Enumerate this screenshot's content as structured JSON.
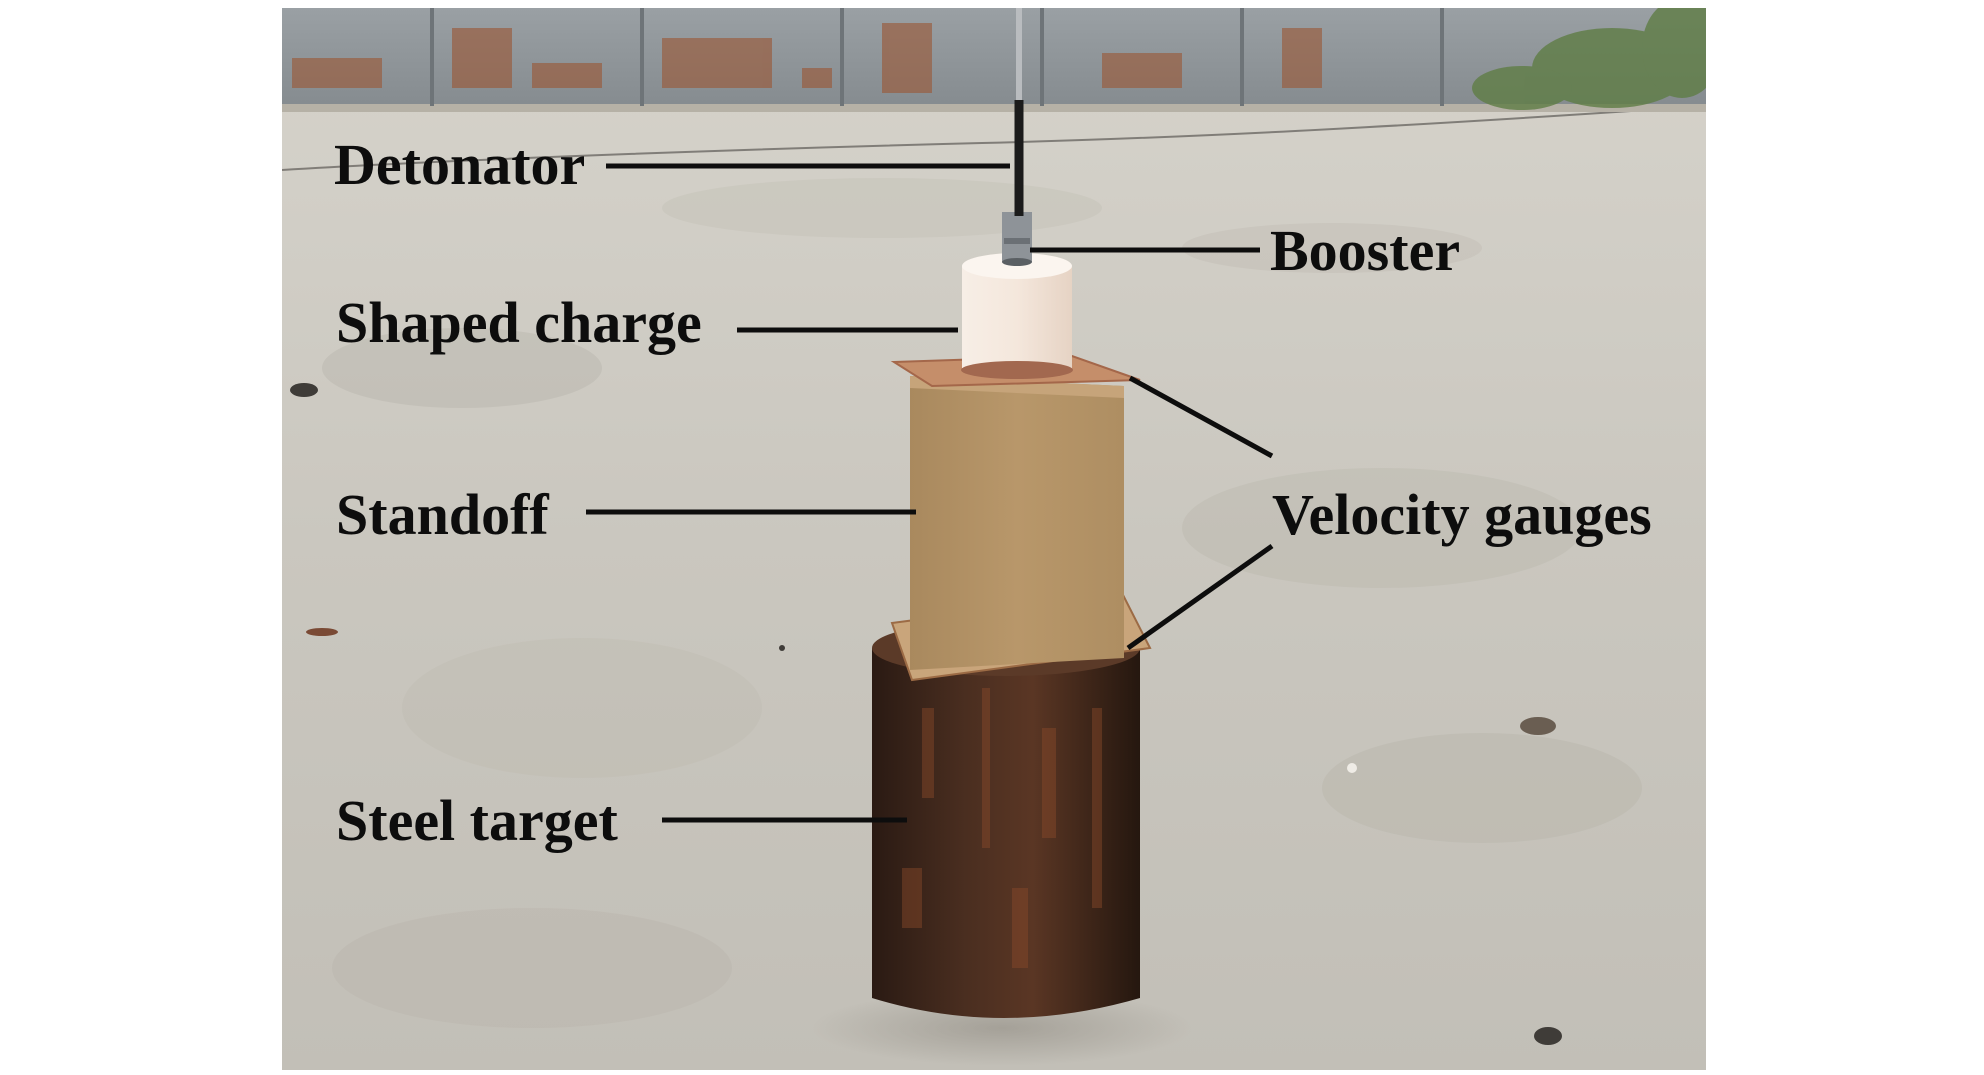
{
  "figure": {
    "labels": {
      "detonator": "Detonator",
      "booster": "Booster",
      "shaped_charge": "Shaped charge",
      "standoff": "Standoff",
      "velocity_gauges": "Velocity gauges",
      "steel_target": "Steel target"
    }
  },
  "colors": {
    "ground": "#c9c6bd",
    "fence": "#8f969b",
    "rust": "#9a5a3a",
    "standoff": "#b39062",
    "charge": "#f1e6db",
    "steel": "#3b261c",
    "leader_line": "#0d0d0d"
  }
}
